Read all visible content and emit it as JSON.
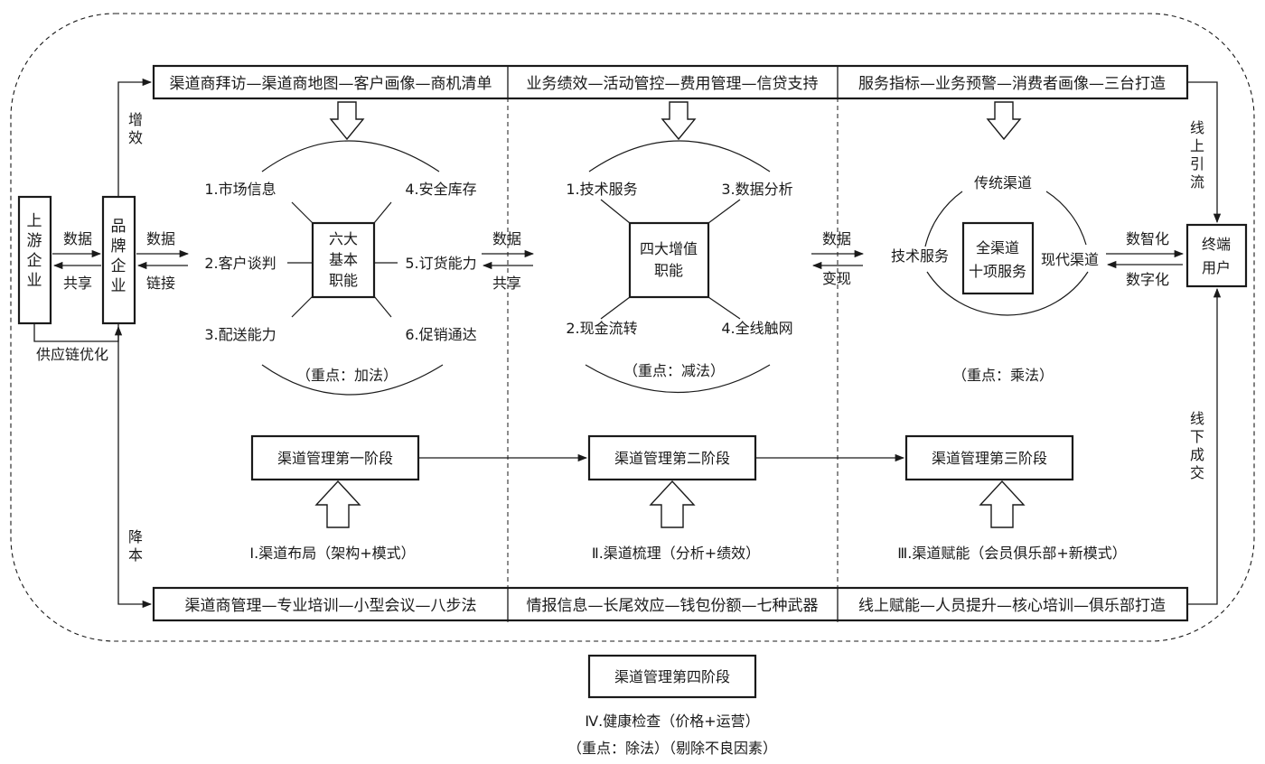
{
  "top_bar": [
    "渠道商拜访—渠道商地图—客户画像—商机清单",
    "业务绩效—活动管控—费用管理—信贷支持",
    "服务指标—业务预警—消费者画像—三台打造"
  ],
  "bottom_bar": [
    "渠道商管理—专业培训—小型会议—八步法",
    "情报信息—长尾效应—钱包份额—七种武器",
    "线上赋能—人员提升—核心培训—俱乐部打造"
  ],
  "left": {
    "upstream": "上游企业",
    "brand": "品牌企业",
    "data_label": "数据",
    "share_label": "共享",
    "supply_chain": "供应链优化",
    "increase_efficiency": "增效",
    "reduce_cost": "降本",
    "data_out": "数据",
    "link": "链接"
  },
  "stage1": {
    "center": [
      "六大",
      "基本",
      "职能"
    ],
    "items": [
      "1.市场信息",
      "2.客户谈判",
      "3.配送能力",
      "4.安全库存",
      "5.订货能力",
      "6.促销通达"
    ],
    "focus": "（重点：加法）",
    "data": "数据",
    "share": "共享",
    "stage_box": "渠道管理第一阶段",
    "caption": "Ⅰ.渠道布局（架构+模式）"
  },
  "stage2": {
    "center": [
      "四大增值",
      "职能"
    ],
    "items": [
      "1.技术服务",
      "2.现金流转",
      "3.数据分析",
      "4.全线触网"
    ],
    "focus": "（重点：减法）",
    "data": "数据",
    "monetize": "变现",
    "stage_box": "渠道管理第二阶段",
    "caption": "Ⅱ.渠道梳理（分析+绩效）"
  },
  "stage3": {
    "center": [
      "全渠道",
      "十项服务"
    ],
    "traditional": "传统渠道",
    "tech": "技术服务",
    "modern": "现代渠道",
    "focus": "（重点：乘法）",
    "digital_smart": "数智化",
    "digitalization": "数字化",
    "stage_box": "渠道管理第三阶段",
    "caption": "Ⅲ.渠道赋能（会员俱乐部+新模式）"
  },
  "right": {
    "end_user": [
      "终端",
      "用户"
    ],
    "online": "线上引流",
    "offline": "线下成交"
  },
  "stage4": {
    "stage_box": "渠道管理第四阶段",
    "caption": "Ⅳ.健康检查（价格+运营）",
    "focus": "（重点：除法）（剔除不良因素）"
  }
}
